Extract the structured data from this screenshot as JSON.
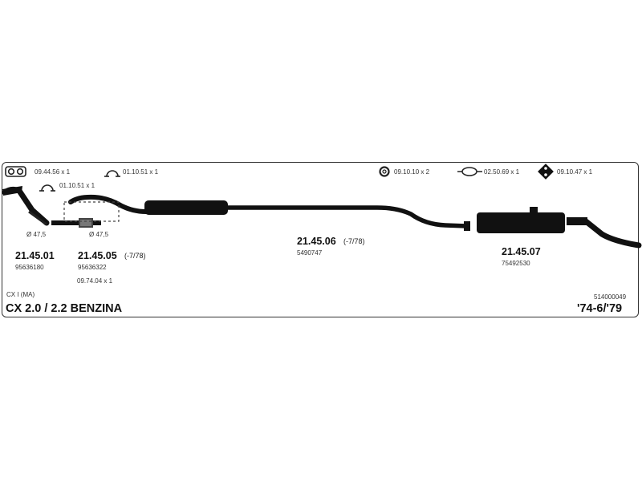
{
  "accessories": [
    {
      "code": "09.44.56 x 1",
      "icon": "gasket-icon"
    },
    {
      "code": "01.10.51 x 1",
      "icon": "clamp-icon"
    },
    {
      "code": "01.10.51 x 1",
      "icon": "clamp-icon"
    },
    {
      "code": "09.10.10 x 2",
      "icon": "rubber-ring-icon"
    },
    {
      "code": "02.50.69 x 1",
      "icon": "band-clamp-icon"
    },
    {
      "code": "09.10.47 x 1",
      "icon": "rubber-mount-icon"
    }
  ],
  "diameters": [
    "Ø 47,5",
    "Ø 47,5"
  ],
  "parts": [
    {
      "number": "21.45.01",
      "date": "",
      "oe": "95636180"
    },
    {
      "number": "21.45.05",
      "date": "(-7/78)",
      "oe": "95636322"
    },
    {
      "number": "21.45.06",
      "date": "(-7/78)",
      "oe": "5490747"
    },
    {
      "number": "21.45.07",
      "date": "",
      "oe": "75492530"
    }
  ],
  "extra_accessory": "09.74.04 x 1",
  "vehicle": {
    "model_code": "CX I (MA)",
    "title": "CX 2.0 / 2.2 BENZINA",
    "years": "'74-6/'79",
    "catalog_number": "514000049"
  },
  "colors": {
    "pipe": "#111111",
    "border": "#333333"
  }
}
